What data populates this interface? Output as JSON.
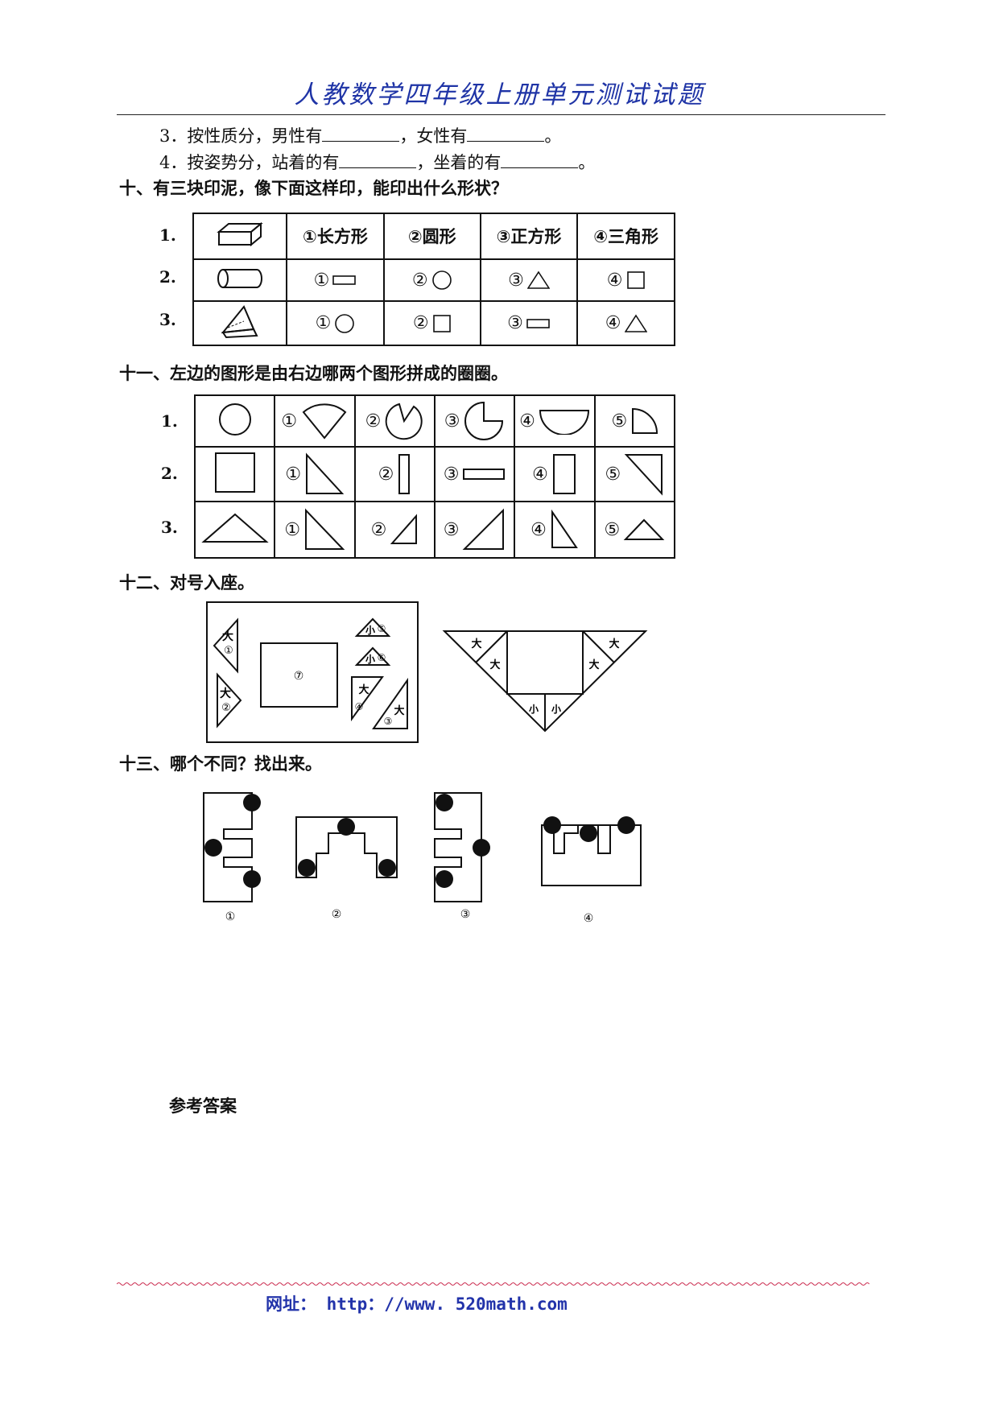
{
  "header": {
    "title": "人教数学四年级上册单元测试试题"
  },
  "questions_prev": [
    {
      "num": "3．",
      "text1": "按性质分，男性有",
      "text2": "，女性有",
      "end": "。"
    },
    {
      "num": "4．",
      "text1": "按姿势分，站着的有",
      "text2": "，坐着的有",
      "end": "。"
    }
  ],
  "section10": {
    "title": "十、有三块印泥，像下面这样印，能印出什么形状？",
    "rows": [
      {
        "num": "1.",
        "object": "box-icon",
        "options": [
          "①长方形",
          "②圆形",
          "③正方形",
          "④三角形"
        ]
      },
      {
        "num": "2.",
        "object": "cylinder-icon",
        "options": [
          {
            "mark": "①",
            "shape": "rectangle"
          },
          {
            "mark": "②",
            "shape": "circle"
          },
          {
            "mark": "③",
            "shape": "triangle"
          },
          {
            "mark": "④",
            "shape": "square"
          }
        ]
      },
      {
        "num": "3.",
        "object": "prism-icon",
        "options": [
          {
            "mark": "①",
            "shape": "circle"
          },
          {
            "mark": "②",
            "shape": "square"
          },
          {
            "mark": "③",
            "shape": "rectangle"
          },
          {
            "mark": "④",
            "shape": "triangle"
          }
        ]
      }
    ]
  },
  "section11": {
    "title": "十一、左边的图形是由右边哪两个图形拼成的圈圈。",
    "rows": [
      {
        "num": "1.",
        "marks": [
          "①",
          "②",
          "③",
          "④",
          "⑤"
        ]
      },
      {
        "num": "2.",
        "marks": [
          "①",
          "②",
          "③",
          "④",
          "⑤"
        ]
      },
      {
        "num": "3.",
        "marks": [
          "①",
          "②",
          "③",
          "④",
          "⑤"
        ]
      }
    ]
  },
  "section12": {
    "title": "十二、对号入座。",
    "left_pieces": [
      {
        "label": "大",
        "mark": "①"
      },
      {
        "label": "大",
        "mark": "②"
      },
      {
        "label": "大",
        "mark": "③"
      },
      {
        "label": "大",
        "mark": "④"
      },
      {
        "label": "小",
        "mark": "⑤"
      },
      {
        "label": "小",
        "mark": "⑥"
      },
      {
        "label": "",
        "mark": "⑦"
      }
    ],
    "right_labels": [
      "大",
      "大",
      "大",
      "大",
      "小",
      "小"
    ]
  },
  "section13": {
    "title": "十三、哪个不同？找出来。",
    "marks": [
      "①",
      "②",
      "③",
      "④"
    ]
  },
  "answers": {
    "title": "参考答案"
  },
  "footer": {
    "label": "网址：",
    "url": "http：//www. 520math.com"
  }
}
